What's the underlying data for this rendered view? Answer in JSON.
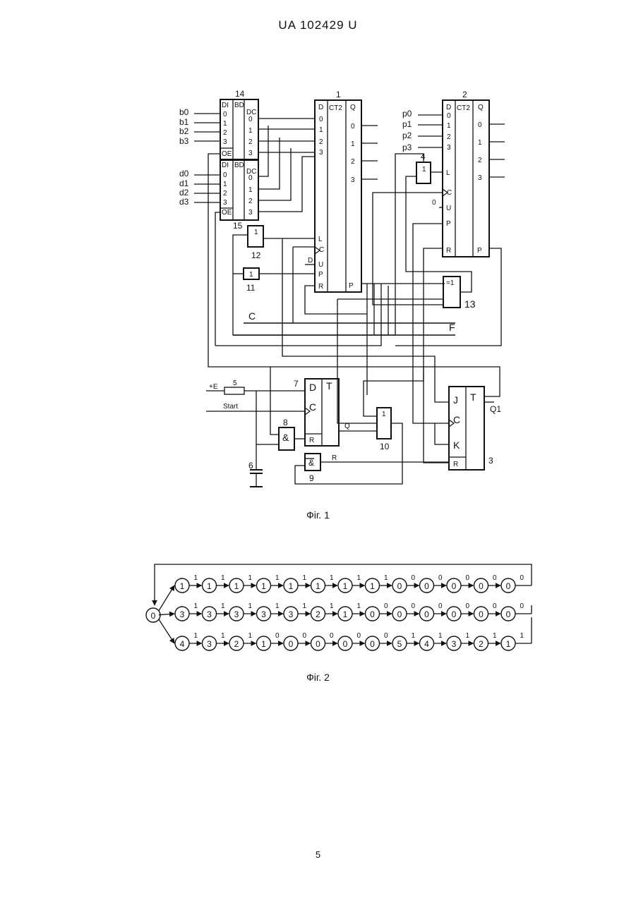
{
  "header": "UA  102429  U",
  "page_number": "5",
  "fig1": {
    "caption": "Фіг. 1",
    "b_inputs": [
      "b0",
      "b1",
      "b2",
      "b3"
    ],
    "d_inputs": [
      "d0",
      "d1",
      "d2",
      "d3"
    ],
    "p_inputs": [
      "p0",
      "p1",
      "p2",
      "p3"
    ],
    "digits": [
      "0",
      "1",
      "2",
      "3"
    ],
    "block14": {
      "num": "14",
      "di": "DI",
      "bd": "BD",
      "dc": "DC",
      "oe": "OE"
    },
    "block15": {
      "num": "15",
      "di": "DI",
      "bd": "BD",
      "dc": "DC",
      "oe": "OE"
    },
    "counter1": {
      "num": "1",
      "type": "CT2",
      "d": "D",
      "q": "Q",
      "l": "L",
      "c": "C",
      "u": "U",
      "p": "P",
      "r": "R",
      "pout": "P"
    },
    "counter2": {
      "num": "2",
      "type": "CT2",
      "d": "D",
      "q": "Q",
      "l": "L",
      "c": "C",
      "u": "U",
      "p": "P",
      "r": "R",
      "pout": "P"
    },
    "u_value": "0",
    "d_value": "D",
    "gate4": {
      "num": "4",
      "sym": "1"
    },
    "gate10": {
      "num": "10",
      "sym": "1"
    },
    "gate11": {
      "num": "11",
      "sym": "1"
    },
    "gate12": {
      "num": "12",
      "sym": "1"
    },
    "gate13": {
      "num": "13",
      "sym": "=1"
    },
    "gate8": {
      "num": "8",
      "sym": "&"
    },
    "gate9": {
      "num": "9",
      "sym": "&"
    },
    "trigger7": {
      "num": "7",
      "d": "D",
      "t": "T",
      "c": "C",
      "r": "R"
    },
    "trigger3": {
      "num": "3",
      "j": "J",
      "t": "T",
      "c": "C",
      "k": "K",
      "r": "R"
    },
    "resistor5": "5",
    "capacitor6": "6",
    "plus_e": "+E",
    "start": "Start",
    "bus_c": "C",
    "bus_f": "F",
    "q_label": "Q",
    "q1_label": "Q1",
    "r_label": "R"
  },
  "fig2": {
    "caption": "Фіг. 2",
    "start_node": "0",
    "rows": [
      {
        "nodes": [
          "1",
          "1",
          "1",
          "1",
          "1",
          "1",
          "1",
          "1",
          "0",
          "0",
          "0",
          "0",
          "0"
        ],
        "edges": [
          "1",
          "1",
          "1",
          "1",
          "1",
          "1",
          "1",
          "1",
          "0",
          "0",
          "0",
          "0",
          "0"
        ]
      },
      {
        "nodes": [
          "3",
          "3",
          "3",
          "3",
          "3",
          "2",
          "1",
          "0",
          "0",
          "0",
          "0",
          "0",
          "0"
        ],
        "edges": [
          "1",
          "1",
          "1",
          "1",
          "1",
          "1",
          "1",
          "0",
          "0",
          "0",
          "0",
          "0",
          "0"
        ]
      },
      {
        "nodes": [
          "4",
          "3",
          "2",
          "1",
          "0",
          "0",
          "0",
          "0",
          "5",
          "4",
          "3",
          "2",
          "1"
        ],
        "edges": [
          "1",
          "1",
          "1",
          "0",
          "0",
          "0",
          "0",
          "0",
          "1",
          "1",
          "1",
          "1",
          "1"
        ]
      }
    ]
  }
}
